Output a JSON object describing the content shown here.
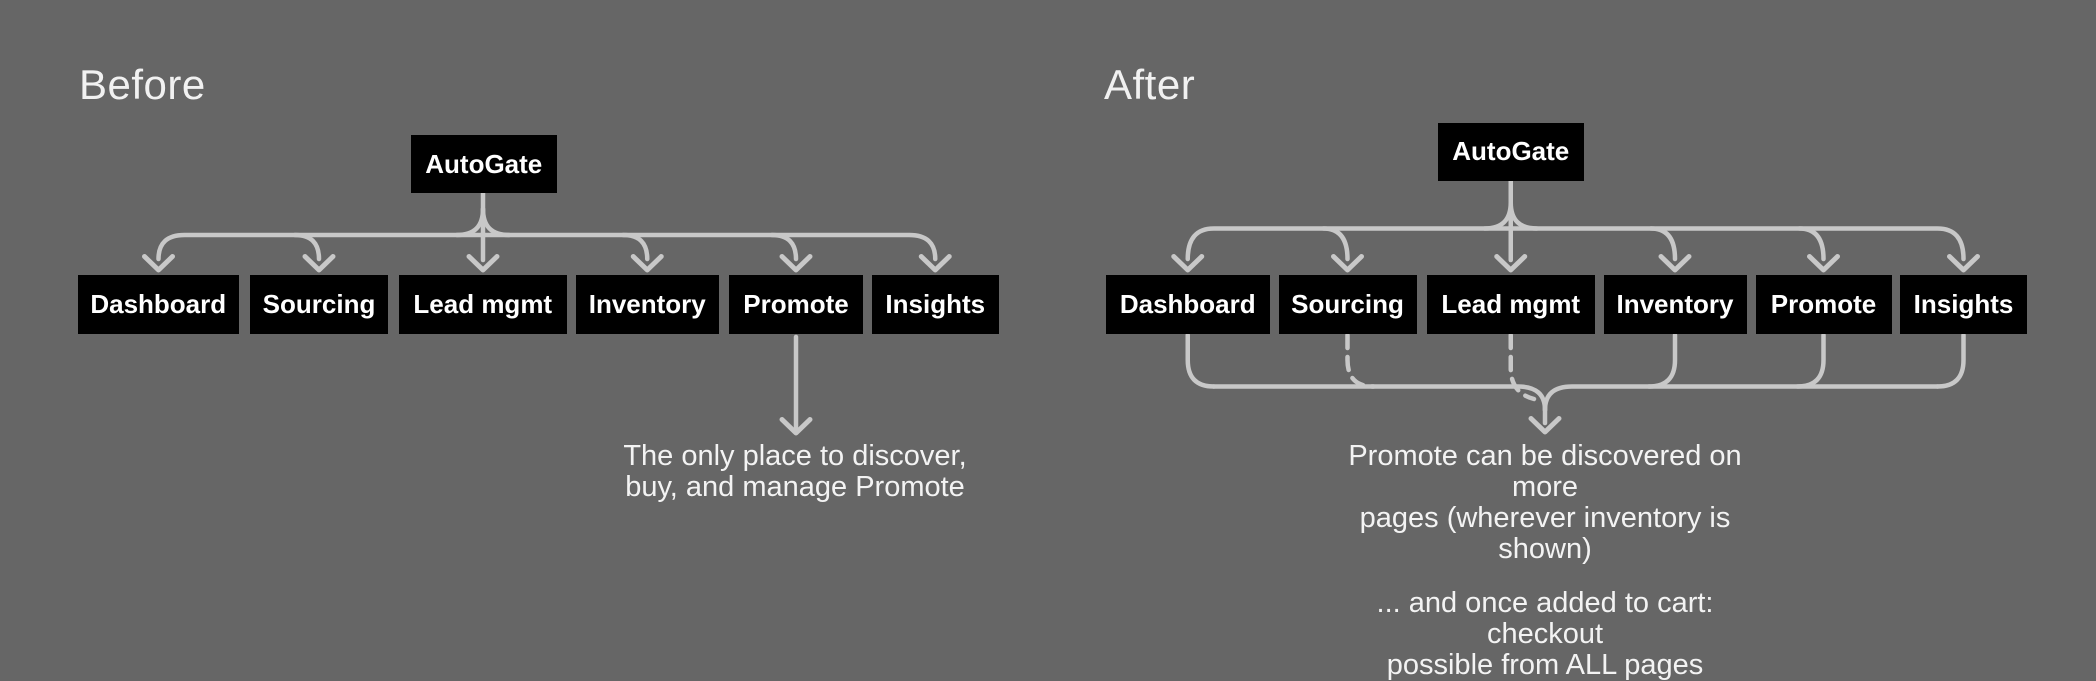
{
  "colors": {
    "background": "#666666",
    "box_bg": "#000000",
    "box_text": "#ffffff",
    "connector": "#c8c8c8",
    "heading_text": "#f1f1f1",
    "caption_text": "#f3f3f3"
  },
  "before": {
    "heading": "Before",
    "root": {
      "label": "AutoGate"
    },
    "nodes": [
      {
        "label": "Dashboard"
      },
      {
        "label": "Sourcing"
      },
      {
        "label": "Lead mgmt"
      },
      {
        "label": "Inventory"
      },
      {
        "label": "Promote"
      },
      {
        "label": "Insights"
      }
    ],
    "caption": {
      "line1": "The only place to discover,",
      "line2": "buy, and manage Promote"
    }
  },
  "after": {
    "heading": "After",
    "root": {
      "label": "AutoGate"
    },
    "nodes": [
      {
        "label": "Dashboard"
      },
      {
        "label": "Sourcing"
      },
      {
        "label": "Lead mgmt"
      },
      {
        "label": "Inventory"
      },
      {
        "label": "Promote"
      },
      {
        "label": "Insights"
      }
    ],
    "caption": {
      "line1": "Promote can be discovered on more",
      "line2": "pages (wherever inventory is shown)",
      "line3": "... and once added to cart: checkout",
      "line4": "possible from ALL pages"
    }
  }
}
